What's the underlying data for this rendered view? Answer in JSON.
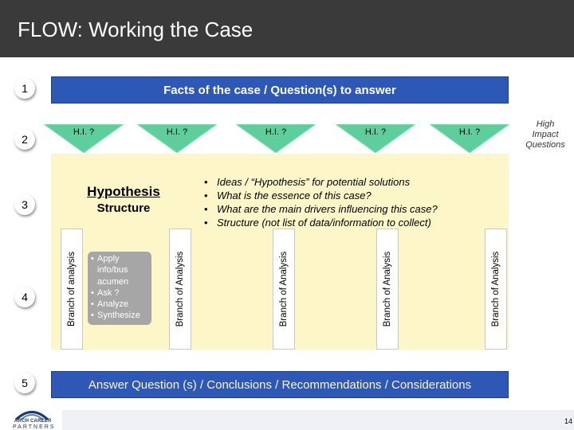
{
  "title": "FLOW: Working the Case",
  "steps": [
    "1",
    "2",
    "3",
    "4",
    "5"
  ],
  "facts_bar": "Facts of the case / Question(s) to answer",
  "hi_label": "H.I. ?",
  "hi_count": 5,
  "high_impact": [
    "High",
    "Impact",
    "Questions"
  ],
  "hypothesis": {
    "line1": "Hypothesis",
    "line2": "Structure"
  },
  "ideas": [
    "Ideas / “Hypothesis” for potential solutions",
    "What is the essence of this case?",
    "What are the main drivers influencing this case?",
    "Structure (not list of data/information to collect)"
  ],
  "branches": [
    "Branch of analysis",
    "Branch of Analysis",
    "Branch of Analysis",
    "Branch of Analysis",
    "Branch of Analysis"
  ],
  "actions": {
    "l1": "Apply",
    "l2": "info/bus",
    "l3": "acumen",
    "l4": "Ask ?",
    "l5": "Analyze",
    "l6": "Synthesize"
  },
  "answer_bar": "Answer Question (s) / Conclusions / Recommendations / Considerations",
  "logo": {
    "line1": "ARCH CAREER",
    "line2": "PARTNERS"
  },
  "page_number": "14",
  "colors": {
    "header": "#3a3a3a",
    "blue_bar": "#2e58b5",
    "triangle": "#5ecf9c",
    "panel": "#fdf6c8",
    "gray_box": "#a6a6a6"
  }
}
